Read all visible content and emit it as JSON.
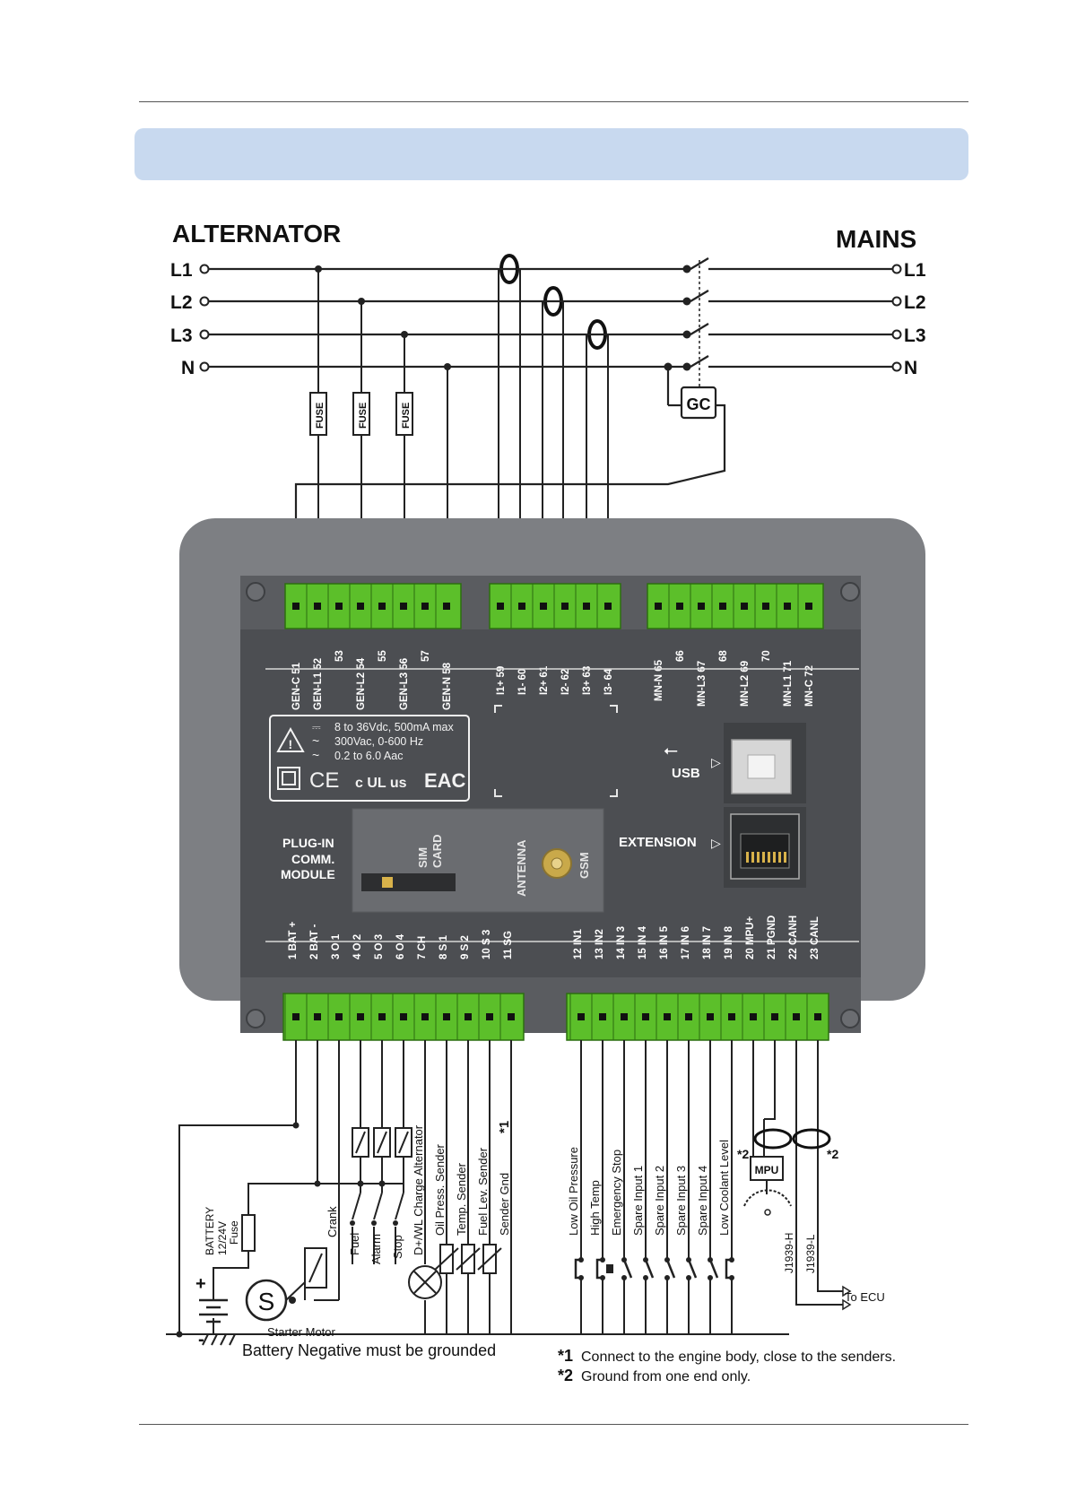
{
  "headings": {
    "alternator": "ALTERNATOR",
    "mains": "MAINS"
  },
  "lines": {
    "gen": [
      "L1",
      "L2",
      "L3",
      "N"
    ],
    "mains": [
      "L1",
      "L2",
      "L3",
      "N"
    ]
  },
  "fuse_label": "FUSE",
  "gc_label": "GC",
  "top_terminals_gen": [
    "GEN-C 51",
    "GEN-L1 52",
    "53",
    "GEN-L2 54",
    "55",
    "GEN-L3 56",
    "57",
    "GEN-N 58"
  ],
  "top_terminals_ct": [
    "I1+ 59",
    "I1- 60",
    "I2+ 61",
    "I2- 62",
    "I3+ 63",
    "I3- 64"
  ],
  "top_terminals_mains": [
    "MN-N 65",
    "66",
    "MN-L3 67",
    "68",
    "MN-L2 69",
    "70",
    "MN-L1 71",
    "MN-C 72"
  ],
  "bottom_terminals_left": [
    "1 BAT +",
    "2 BAT -",
    "3 O 1",
    "4 O 2",
    "5 O 3",
    "6 O 4",
    "7 CH",
    "8 S 1",
    "9 S 2",
    "10 S 3",
    "11 SG"
  ],
  "bottom_terminals_right": [
    "12 IN1",
    "13 IN2",
    "14 IN 3",
    "15 IN 4",
    "16 IN 5",
    "17 IN 6",
    "18 IN 7",
    "19 IN 8",
    "20 MPU+",
    "21 PGND",
    "22 CANH",
    "23 CANL"
  ],
  "ratings": [
    "8 to 36Vdc, 500mA max",
    "300Vac, 0-600 Hz",
    "0.2 to 6.0 Aac"
  ],
  "cert_marks": {
    "ce": "CE",
    "ul": "c UL us",
    "eac": "EAC"
  },
  "usb_label": "USB",
  "extension_label": "EXTENSION",
  "plugin_label": [
    "PLUG-IN",
    "COMM.",
    "MODULE"
  ],
  "sim_label": [
    "SIM",
    "CARD"
  ],
  "antenna_label": "ANTENNA",
  "gsm_label": "GSM",
  "outputs": [
    "Fuel",
    "Alarm",
    "Stop"
  ],
  "crank_label": "Crank",
  "charge_label": "D+/WL Charge Alternator",
  "senders": [
    "Oil Press. Sender",
    "Temp. Sender",
    "Fuel Lev. Sender",
    "Sender Gnd"
  ],
  "sender_note_mark": "*1",
  "inputs": [
    "Low Oil Pressure",
    "High Temp",
    "Emergency Stop",
    "Spare Input 1",
    "Spare Input 2",
    "Spare Input 3",
    "Spare Input 4",
    "Low Coolant Level"
  ],
  "battery_label": [
    "BATTERY",
    "12/24V"
  ],
  "battery_fuse_label": "Fuse",
  "starter_label": "Starter Motor",
  "starter_symbol": "S",
  "mpu_label": "MPU",
  "shield_mark": "*2",
  "j1939": [
    "J1939-H",
    "J1939-L"
  ],
  "to_ecu": "To ECU",
  "ground_note": "Battery Negative must be grounded",
  "notes": [
    {
      "mark": "*1",
      "text": "Connect to the engine body, close to the senders."
    },
    {
      "mark": "*2",
      "text": "Ground from one end only."
    }
  ]
}
